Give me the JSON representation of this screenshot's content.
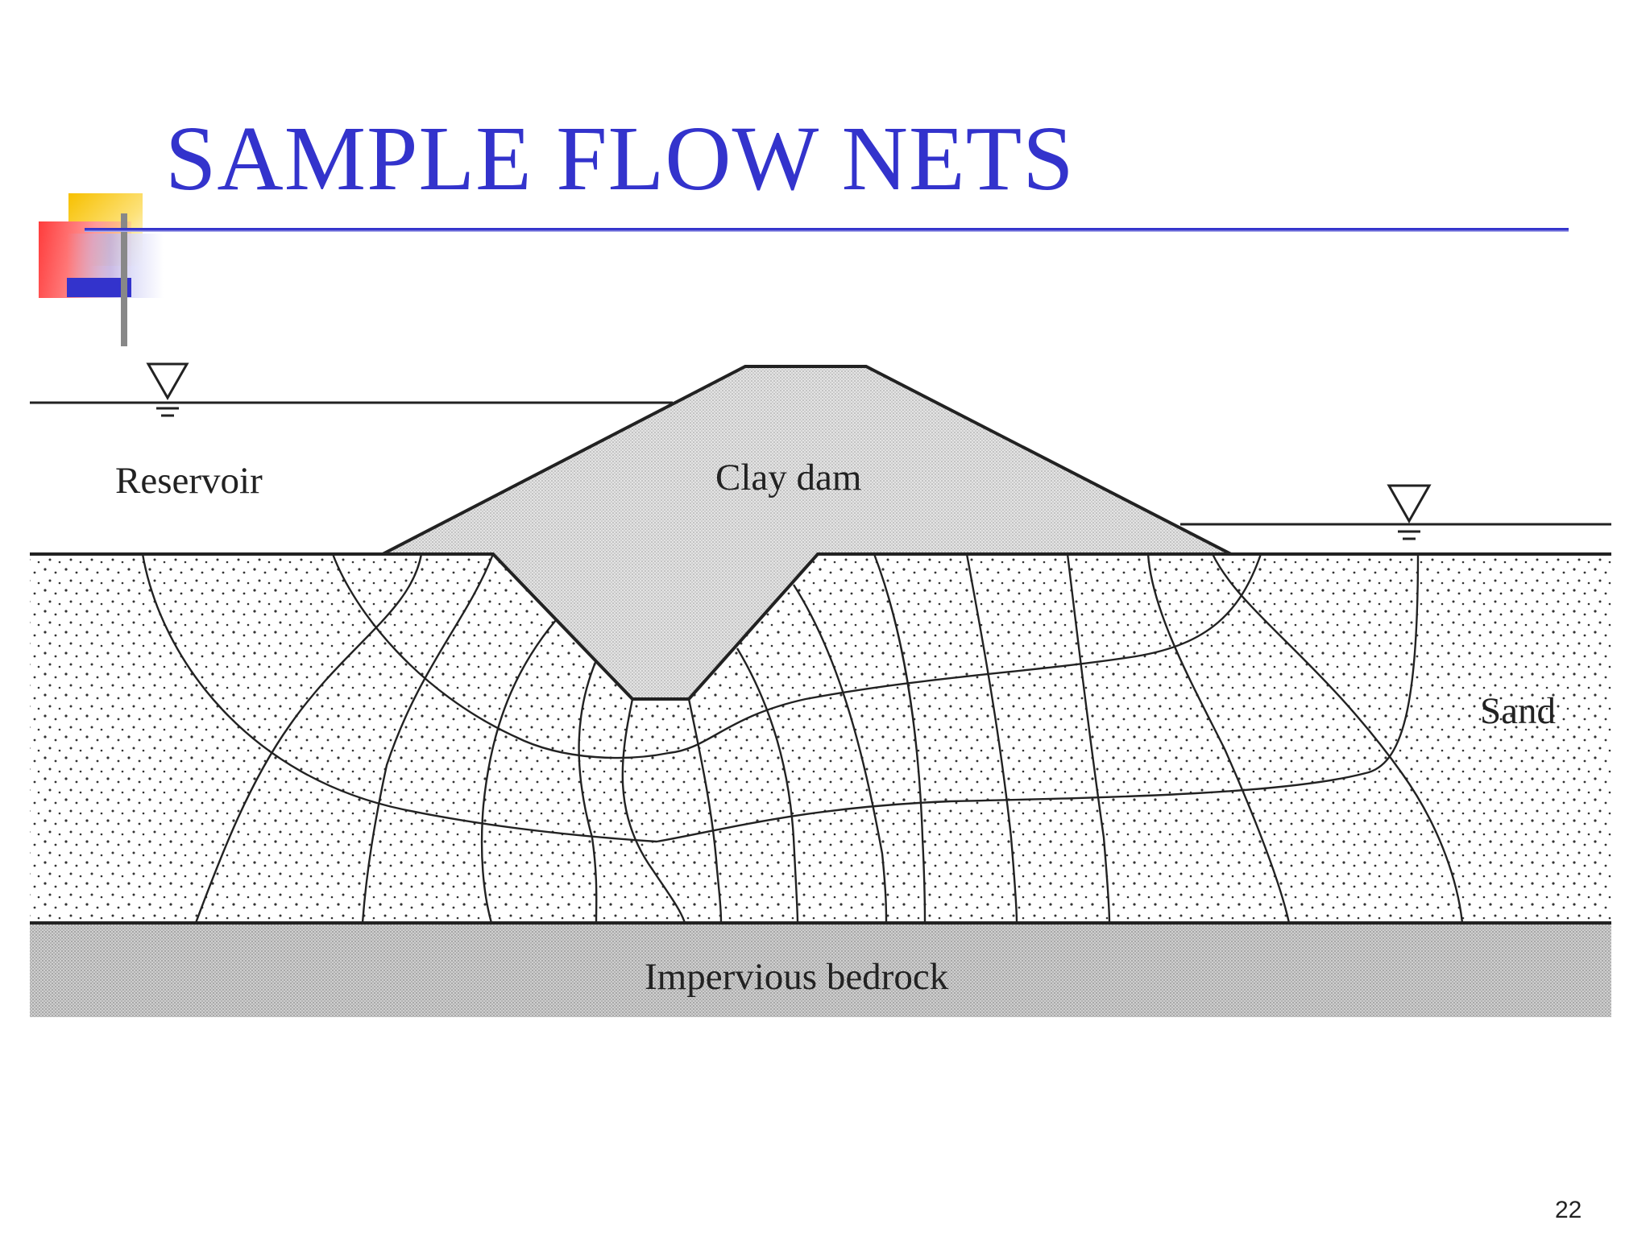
{
  "slide": {
    "title": "SAMPLE FLOW NETS",
    "page_number": "22"
  },
  "diagram": {
    "labels": {
      "reservoir": "Reservoir",
      "clay_dam": "Clay dam",
      "sand": "Sand",
      "bedrock": "Impervious bedrock"
    }
  },
  "colors": {
    "title": "#3333cc",
    "dam_fill": "#d9d9d9",
    "bedrock_fill": "#c4c4c4",
    "lines": "#222222"
  },
  "icons": [
    "water-level-triangle-icon",
    "water-level-triangle-icon"
  ]
}
